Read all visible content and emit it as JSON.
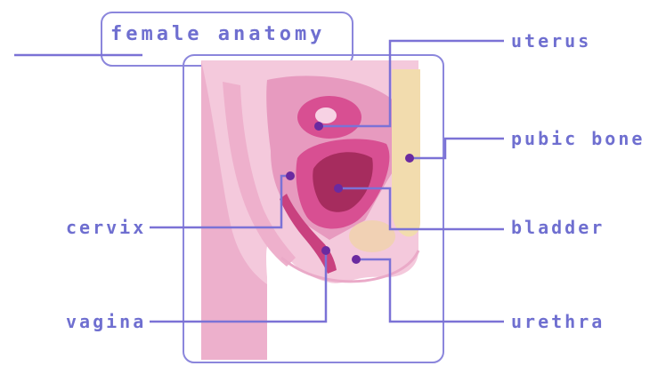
{
  "title": "female anatomy",
  "labels": {
    "uterus": "uterus",
    "pubic_bone": "pubic bone",
    "bladder": "bladder",
    "urethra": "urethra",
    "cervix": "cervix",
    "vagina": "vagina"
  },
  "colors": {
    "label": "#6f6fd0",
    "line": "#7b72d6",
    "frame": "#8b86dc",
    "tissue_light": "#f4c9dc",
    "tissue_mid": "#e79abf",
    "uterus": "#d84f92",
    "uterus_inner": "#a62c5e",
    "bone": "#f2dcae",
    "pointer_dot": "#6a2aa0"
  }
}
